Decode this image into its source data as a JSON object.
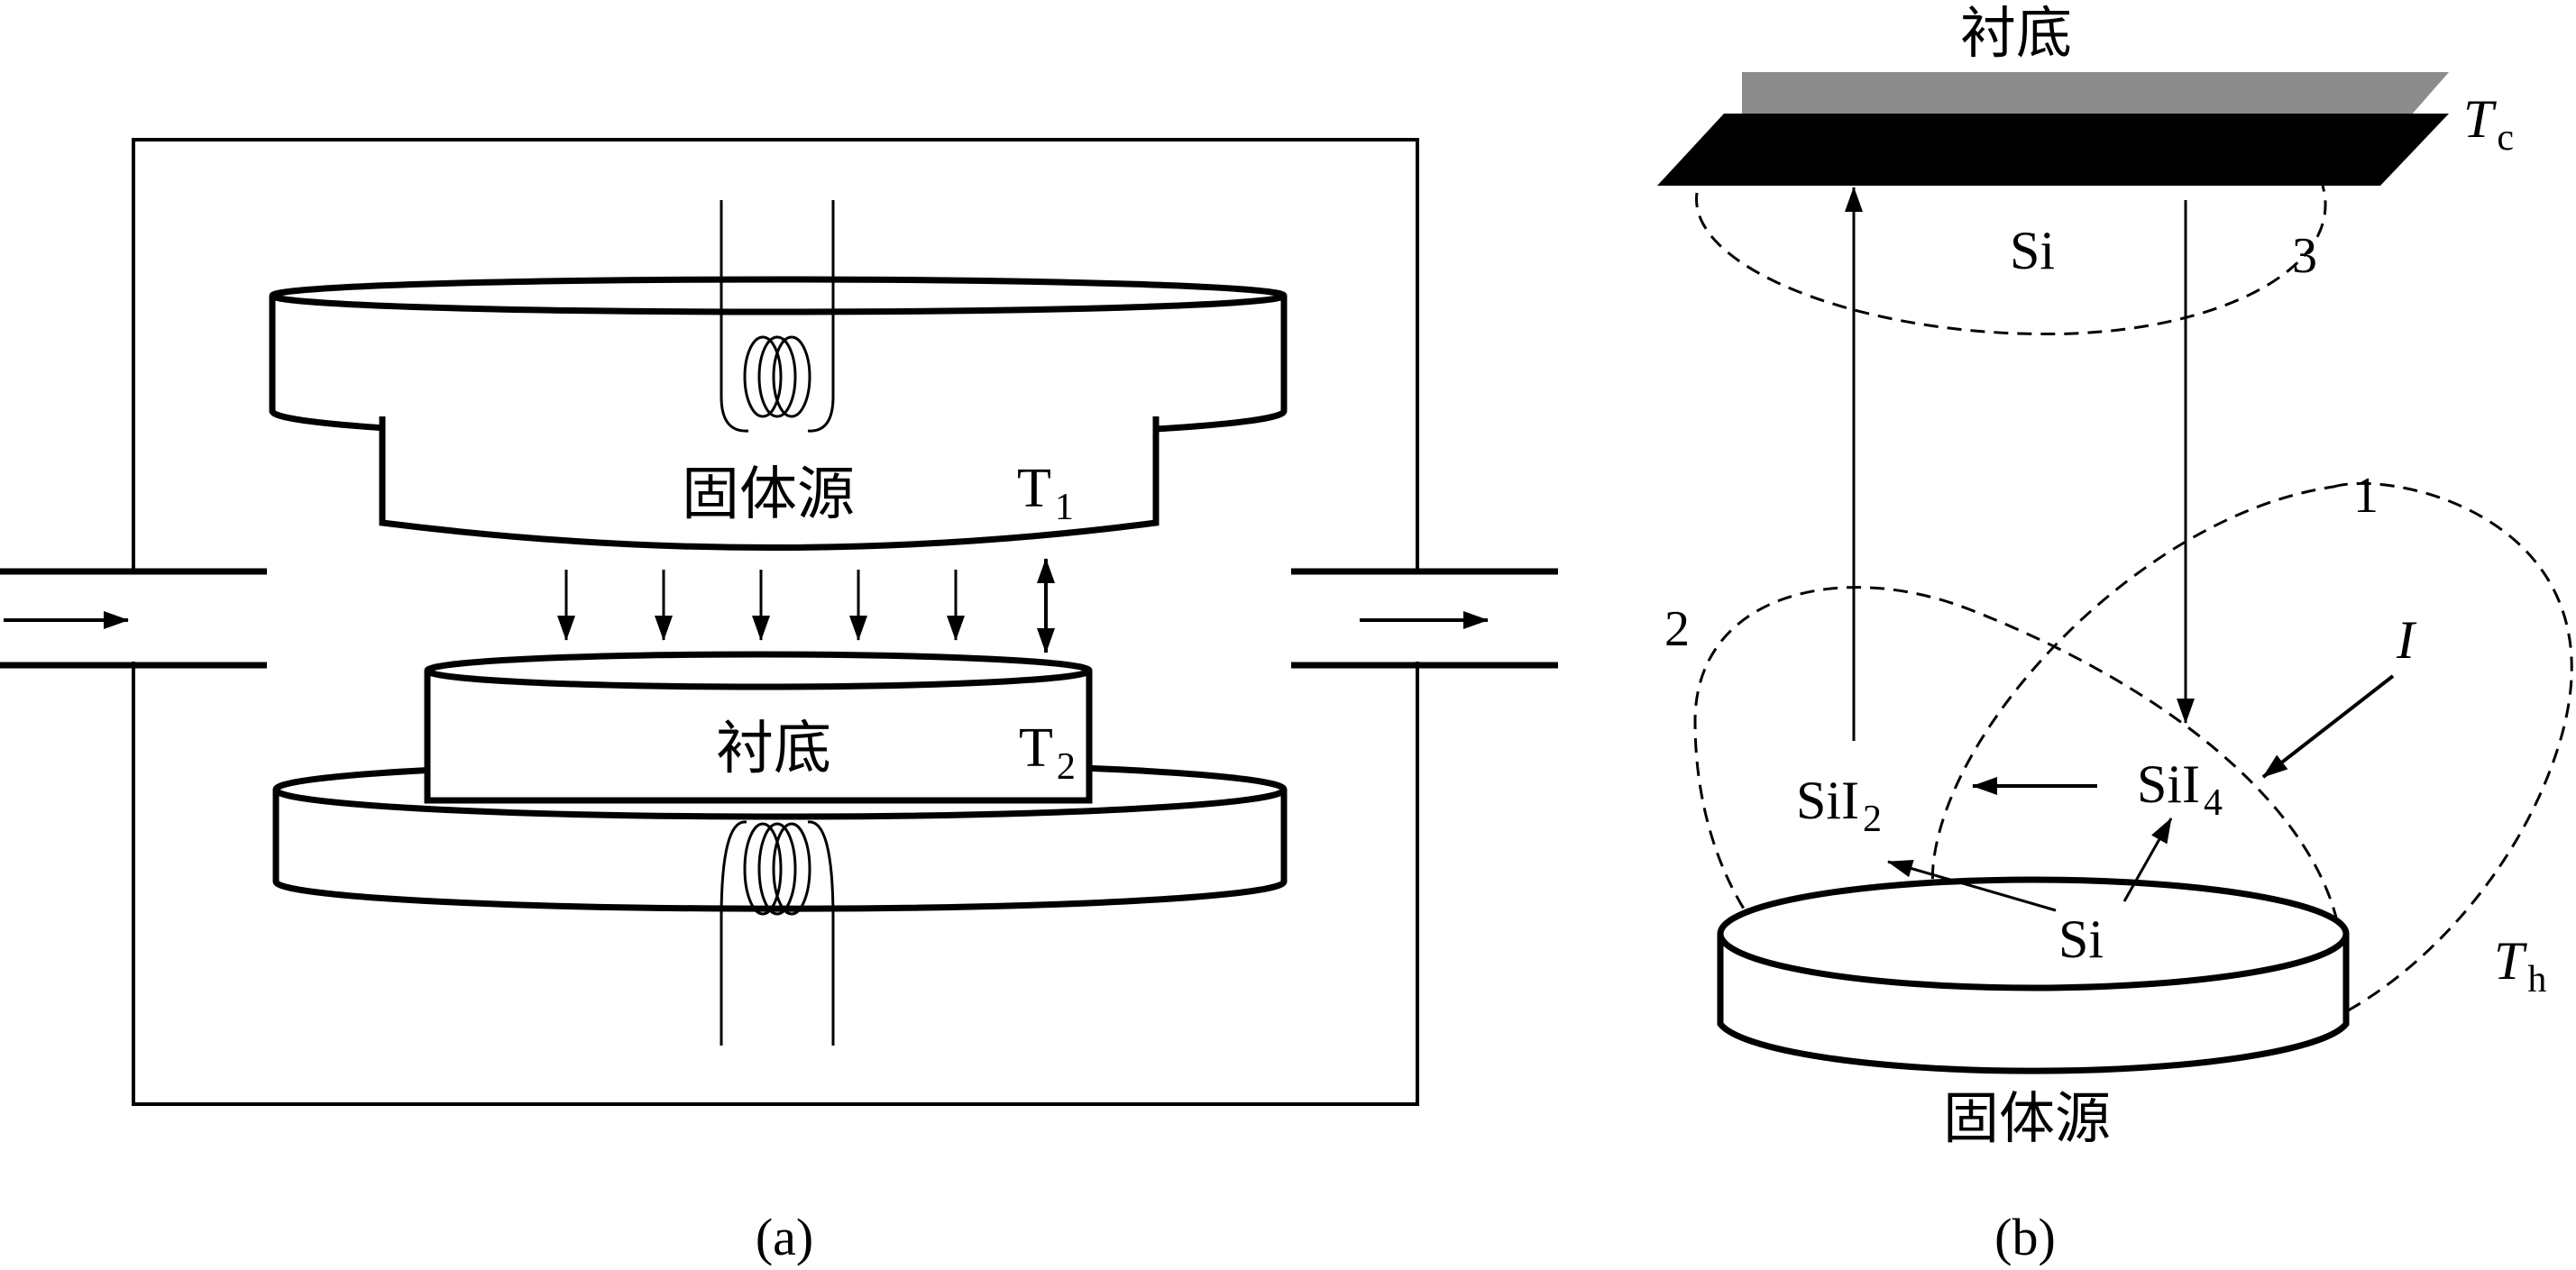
{
  "panel_a": {
    "caption": "(a)",
    "source_label": "固体源",
    "source_temp_base": "T",
    "source_temp_sub": "1",
    "substrate_label": "衬底",
    "substrate_temp_base": "T",
    "substrate_temp_sub": "2"
  },
  "panel_b": {
    "caption": "(b)",
    "substrate_label": "衬底",
    "substrate_temp_base": "T",
    "substrate_temp_sub": "c",
    "si_top": "Si",
    "cycle_3": "3",
    "cycle_1": "1",
    "cycle_2": "2",
    "flux_label": "I",
    "sil2_base": "SiI",
    "sil2_sub": "2",
    "sil4_base": "SiI",
    "sil4_sub": "4",
    "si_bottom": "Si",
    "source_temp_base": "T",
    "source_temp_sub": "h",
    "source_label": "固体源"
  },
  "colors": {
    "line": "#000000",
    "substrate_top_face": "#8c8c8c",
    "substrate_plate": "#000000"
  }
}
